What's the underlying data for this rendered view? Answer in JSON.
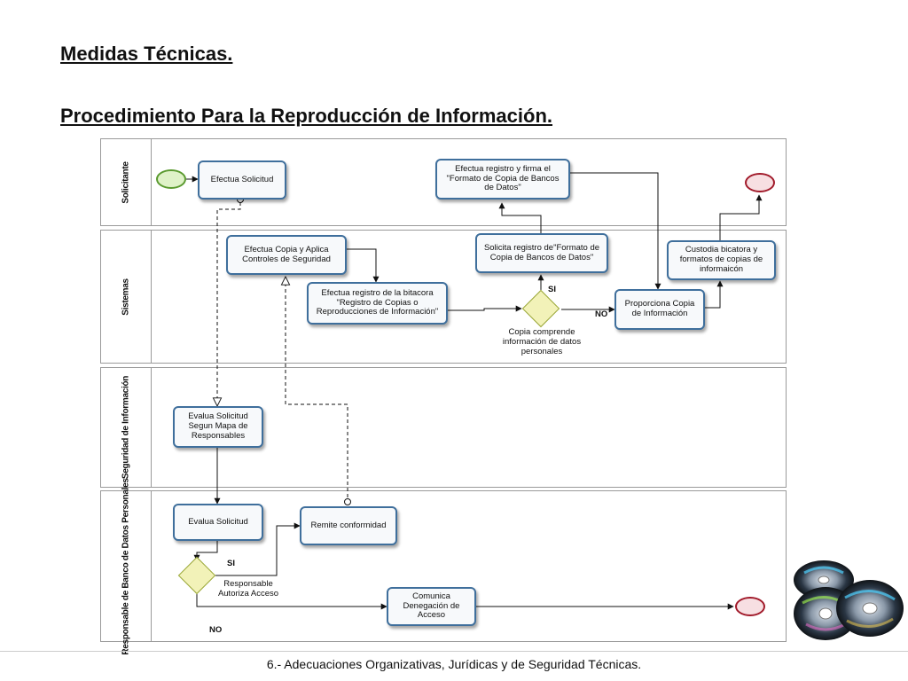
{
  "header": {
    "title": "Medidas Técnicas.",
    "subtitle": "Procedimiento Para la Reproducción de Información."
  },
  "lanes": [
    {
      "label": "Solicitante"
    },
    {
      "label": "Sistemas"
    },
    {
      "label": "Seguridad de Información"
    },
    {
      "label": "Responsable de Banco de Datos Personales"
    }
  ],
  "tasks": {
    "efectua_solicitud": "Efectua Solicitud",
    "efectua_registro_firma": "Efectua registro y firma el \"Formato de Copia de Bancos de Datos\"",
    "efectua_copia": "Efectua Copia y Aplica Controles de Seguridad",
    "solicita_registro": "Solicita registro de\"Formato de Copia de Bancos de Datos\"",
    "custodia_bitacora": "Custodia bicatora y formatos de copias de informaicón",
    "efectua_registro_bitacora": "Efectua registro de la bitacora \"Registro de Copias o Reproducciones de Información\"",
    "proporciona_copia": "Proporciona Copia de Información",
    "evalua_solicitud_mapa": "Evalua Solicitud Segun Mapa de Responsables",
    "evalua_solicitud": "Evalua Solicitud",
    "remite_conformidad": "Remite conformidad",
    "comunica_denegacion": "Comunica Denegación de Acceso"
  },
  "gateways": {
    "copia_datos": "Copia comprende información de datos personales",
    "responsable_autoriza": "Responsable Autoriza Acceso"
  },
  "flow_labels": {
    "si_1": "SI",
    "no_1": "NO",
    "si_2": "SI",
    "no_2": "NO"
  },
  "footer": {
    "text": "6.- Adecuaciones Organizativas, Jurídicas y de Seguridad Técnicas."
  },
  "colors": {
    "task_border": "#3f6f9c",
    "start_event": "#5a9a2f",
    "end_event": "#a11a2a",
    "gateway_fill": "#f2f2b8"
  },
  "icons": {
    "decoration": "compact-discs-icon"
  }
}
